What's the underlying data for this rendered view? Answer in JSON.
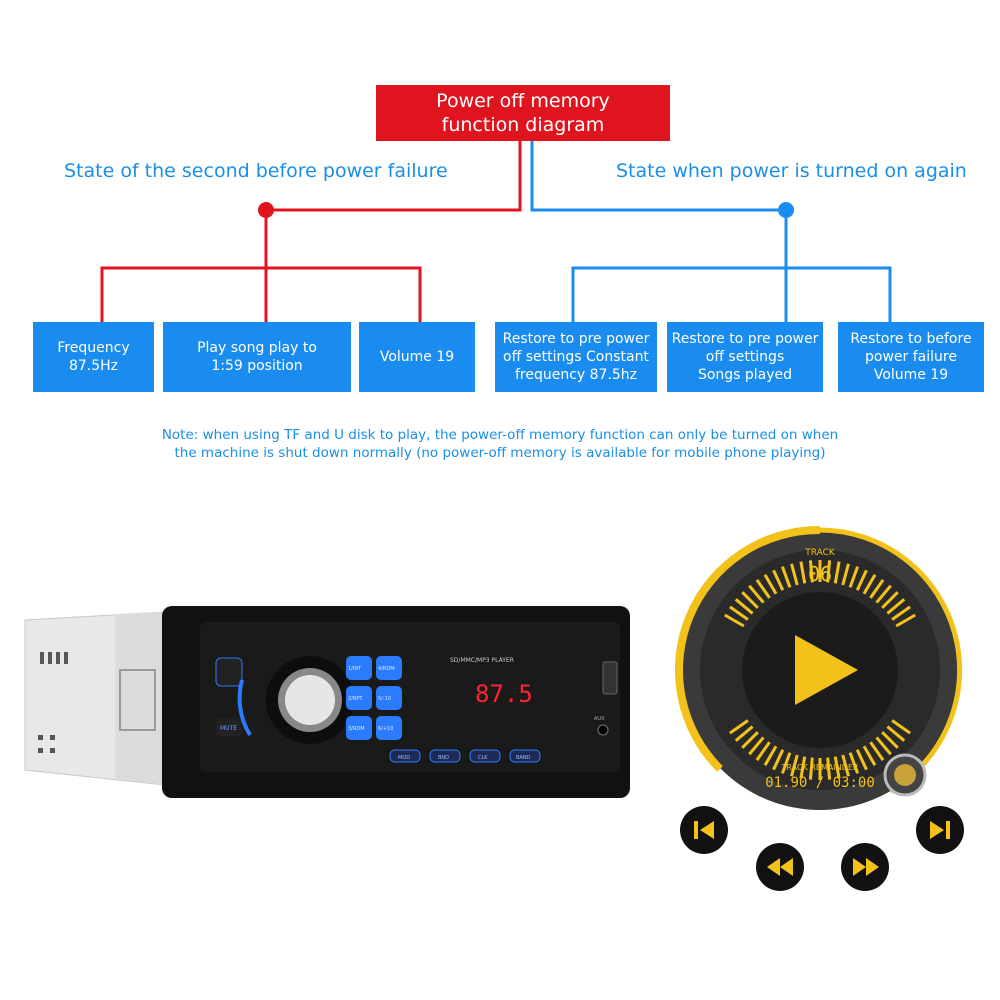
{
  "title": {
    "line1": "Power off memory",
    "line2": "function diagram"
  },
  "left_branch": {
    "heading": "State of the second before power failure",
    "boxes": [
      {
        "lines": [
          "Frequency",
          "87.5Hz"
        ]
      },
      {
        "lines": [
          "Play song play to",
          "1:59 position"
        ]
      },
      {
        "lines": [
          "Volume 19"
        ]
      }
    ]
  },
  "right_branch": {
    "heading": "State when power is turned on again",
    "boxes": [
      {
        "lines": [
          "Restore to pre power",
          "off settings  Constant",
          "frequency 87.5hz"
        ]
      },
      {
        "lines": [
          "Restore to pre power",
          "off settings",
          "Songs played"
        ]
      },
      {
        "lines": [
          "Restore to before",
          "power failure",
          "Volume 19"
        ]
      }
    ]
  },
  "note": {
    "line1": "Note: when using TF and U disk to play, the power-off memory function can only be turned on when",
    "line2": "the machine is shut down normally (no power-off memory is available for mobile phone playing)"
  },
  "radio": {
    "label": "SD/MMC/MP3 PLAYER",
    "display": "87.5",
    "aux_label": "AUX",
    "mute_label": "MUTE",
    "preset_buttons": [
      "1/INT",
      "2/RPT",
      "3/RDM",
      "4/RDM",
      "5/-10",
      "6/+10"
    ],
    "bottom_buttons": [
      "MOD",
      "BND",
      "CLK",
      "BAND"
    ],
    "colors": {
      "body": "#111111",
      "button_glow": "#2b7bff",
      "display": "#ff2233"
    }
  },
  "player": {
    "track_label": "TRACK",
    "track_number": "06",
    "remainder_label": "TRACK REMAINDER",
    "time": "01.90 / 03:00",
    "accent_color": "#f2c21a",
    "controls": [
      "skip-previous-icon",
      "rewind-icon",
      "fast-forward-icon",
      "skip-next-icon"
    ]
  },
  "colors": {
    "red": "#e0141e",
    "blue": "#1a8cf0",
    "text_blue": "#1a8ee8"
  }
}
